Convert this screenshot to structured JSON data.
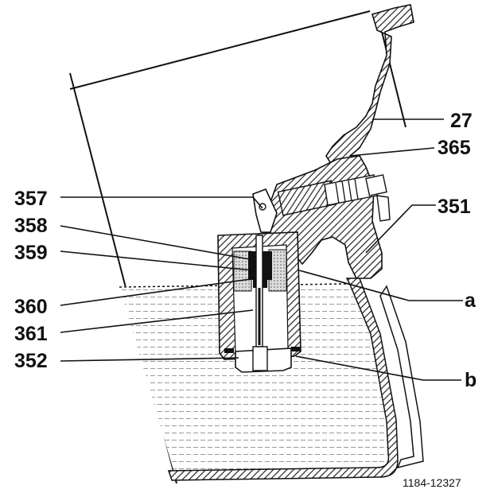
{
  "figure": {
    "callouts": [
      "27",
      "365",
      "351",
      "357",
      "358",
      "359",
      "360",
      "361",
      "352",
      "a",
      "b"
    ],
    "reference_number": "1184-12327"
  },
  "colors": {
    "ink": "#111111",
    "fluid": "#f2f2f2",
    "hatch": "#222222",
    "paper": "#ffffff"
  }
}
